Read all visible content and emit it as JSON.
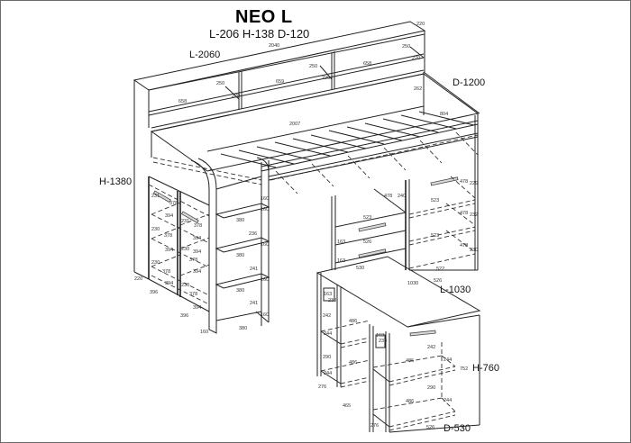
{
  "title": "NEO L",
  "subtitle": "L-206 H-138 D-120",
  "overall": {
    "length": "L-2060",
    "depth": "D-1200",
    "height": "H-1380"
  },
  "desk": {
    "length": "L-1030",
    "height": "H-760",
    "depth": "D-530"
  },
  "dims": {
    "top_220": "220",
    "top_2040": "2040",
    "top_250_r": "250",
    "top_220_r": "220",
    "top_658_r": "658",
    "mid_250": "250",
    "mid_659": "659",
    "mid_220": "220",
    "left_250": "250",
    "left_220": "220",
    "left_658": "658",
    "back_262": "262",
    "bed_2007": "2007",
    "bed_804": "804",
    "cab_231a": "231",
    "cab_378a": "378",
    "cab_231b": "231",
    "cab_378b": "378",
    "cab_394a": "394",
    "cab_394b": "394",
    "cab_230a": "230",
    "cab_378c": "378",
    "cab_394c": "394",
    "cab_230b": "230",
    "cab_394d": "394",
    "cab_230c": "230",
    "cab_378d": "378",
    "cab_394e": "394",
    "cab_230d": "230",
    "cab_378e": "378",
    "cab_378f": "378",
    "cab_394f": "394",
    "cab_394g": "394",
    "cab_220": "220",
    "cab_396a": "396",
    "cab_396b": "396",
    "cab_160b": "160",
    "st_160a": "160",
    "st_160b": "160",
    "st_380a": "380",
    "st_236": "236",
    "st_160c": "160",
    "st_380b": "380",
    "st_241a": "241",
    "st_160d": "160",
    "st_380c": "380",
    "st_241b": "241",
    "st_160e": "160",
    "st_380d": "380",
    "dr_478": "478",
    "dr_240": "240",
    "dr_523": "523",
    "dr_163a": "163",
    "dr_526": "526",
    "dr_163b": "163",
    "dr_530": "530",
    "rc_478a": "478",
    "rc_229": "229",
    "rc_523a": "523",
    "rc_478b": "478",
    "rc_232": "232",
    "rc_523b": "523",
    "rc_478c": "478",
    "rc_230": "230",
    "rc_523c": "523",
    "rc_522": "522",
    "rc_526": "526",
    "rc_1030": "1030",
    "dk_163a": "163",
    "dk_238a": "238",
    "dk_242a": "242",
    "dk_486a": "486",
    "dk_244a": "244",
    "dk_163b": "163",
    "dk_238b": "238",
    "dk_290a": "290",
    "dk_486b": "486",
    "dk_244b": "244",
    "dk_276a": "276",
    "dk_465": "465",
    "dk_242b": "242",
    "dk_486c": "486",
    "dk_244c": "244",
    "dk_752": "752",
    "dk_290b": "290",
    "dk_486d": "486",
    "dk_244d": "244",
    "dk_276b": "276",
    "dk_526": "526"
  }
}
